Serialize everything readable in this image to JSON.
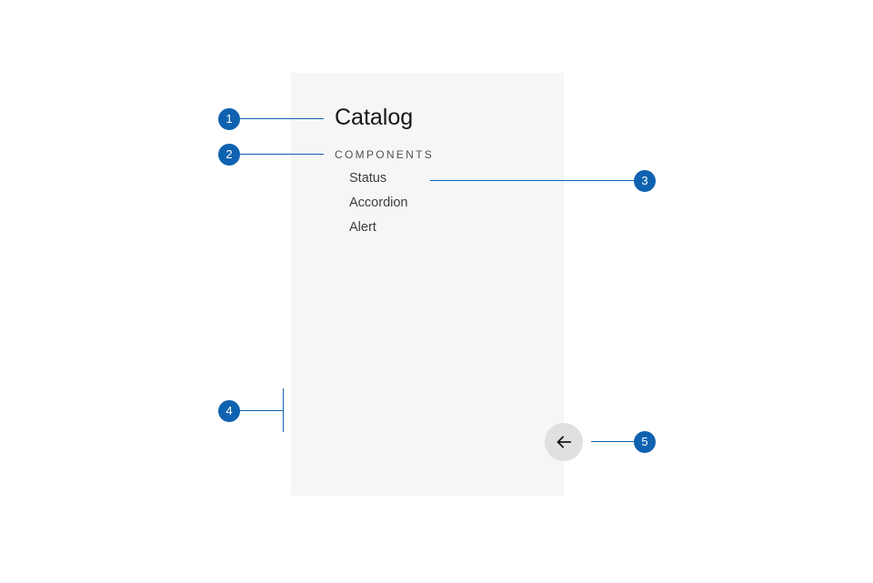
{
  "sidenav": {
    "title": "Catalog",
    "section_header": "COMPONENTS",
    "items": [
      {
        "label": "Status"
      },
      {
        "label": "Accordion"
      },
      {
        "label": "Alert"
      }
    ],
    "collapse_icon": "arrow-left-icon"
  },
  "annotations": {
    "markers": [
      {
        "label": "1"
      },
      {
        "label": "2"
      },
      {
        "label": "3"
      },
      {
        "label": "4"
      },
      {
        "label": "5"
      }
    ],
    "color": "#0f62b0"
  },
  "colors": {
    "panel_background": "#f6f6f6",
    "button_background": "#e0e0e0",
    "page_background": "#ffffff"
  }
}
